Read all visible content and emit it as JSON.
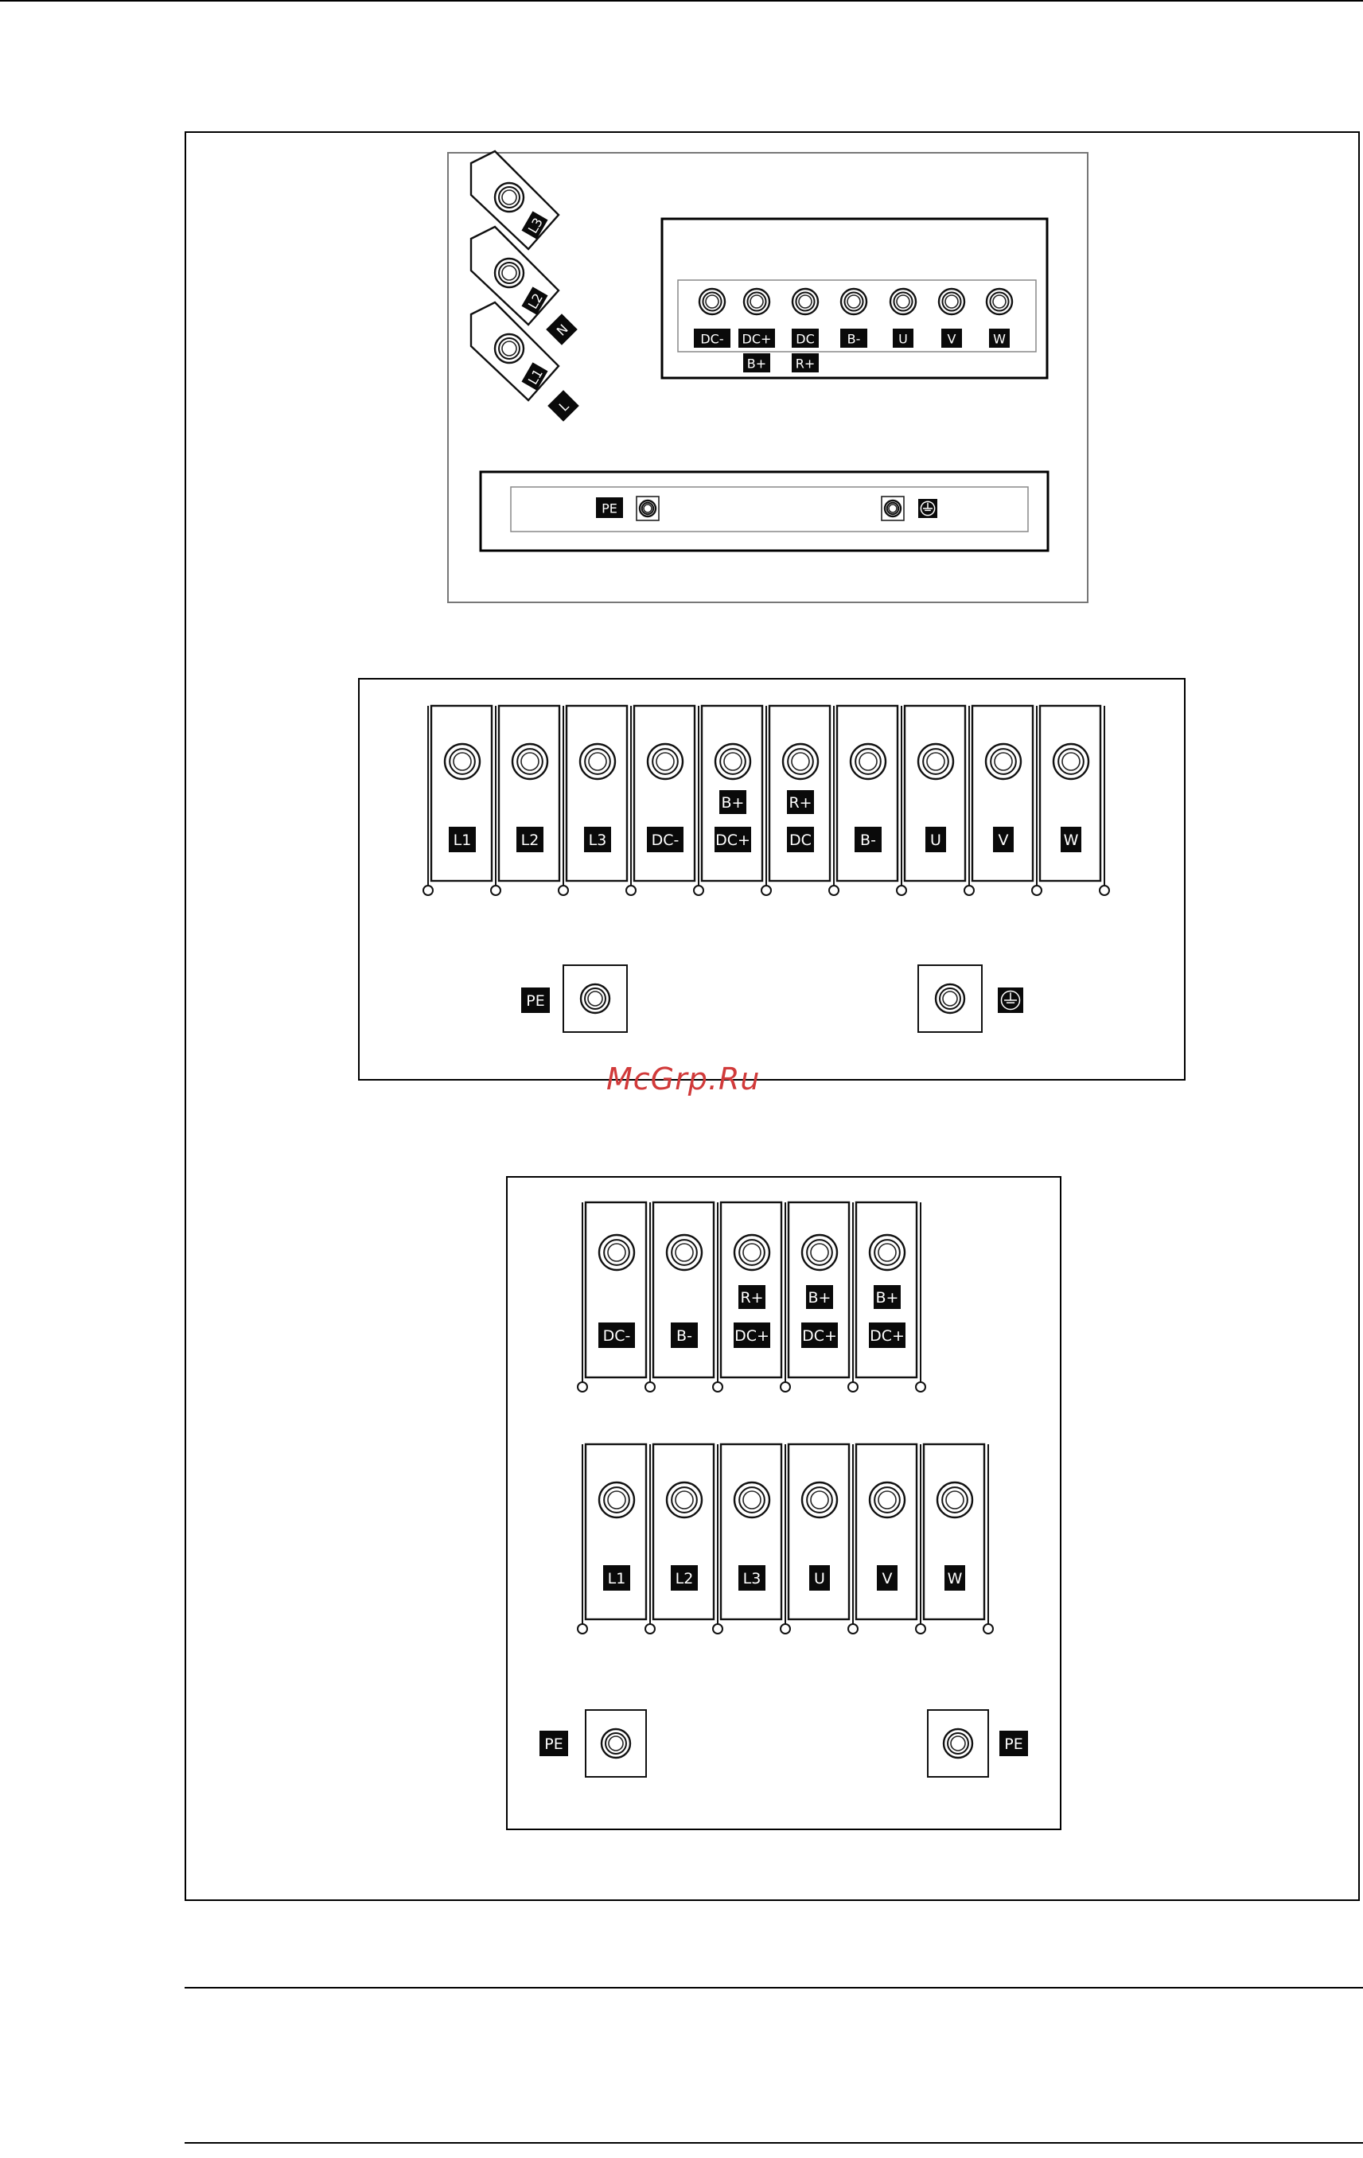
{
  "watermark": "McGrp.Ru",
  "diagram_a": {
    "input_terminals": [
      "L3",
      "N",
      "L"
    ],
    "input_screw_labels": [
      "L3",
      "L2",
      "L1"
    ],
    "dc_terminals": [
      {
        "top": "DC-",
        "bottom": ""
      },
      {
        "top": "DC+",
        "bottom": "B+"
      },
      {
        "top": "DC",
        "bottom": "R+"
      },
      {
        "top": "B-",
        "bottom": ""
      },
      {
        "top": "U",
        "bottom": ""
      },
      {
        "top": "V",
        "bottom": ""
      },
      {
        "top": "W",
        "bottom": ""
      }
    ],
    "ground_label": "PE",
    "ground_symbol": "ground-icon"
  },
  "diagram_b": {
    "terminals": [
      {
        "top": "",
        "bottom": "L1"
      },
      {
        "top": "",
        "bottom": "L2"
      },
      {
        "top": "",
        "bottom": "L3"
      },
      {
        "top": "",
        "bottom": "DC-"
      },
      {
        "top": "B+",
        "bottom": "DC+"
      },
      {
        "top": "R+",
        "bottom": "DC"
      },
      {
        "top": "",
        "bottom": "B-"
      },
      {
        "top": "",
        "bottom": "U"
      },
      {
        "top": "",
        "bottom": "V"
      },
      {
        "top": "",
        "bottom": "W"
      }
    ],
    "ground_label": "PE",
    "ground_symbol": "ground-icon"
  },
  "diagram_c": {
    "top_terminals": [
      {
        "top": "",
        "bottom": "DC-"
      },
      {
        "top": "",
        "bottom": "B-"
      },
      {
        "top": "R+",
        "bottom": "DC+"
      },
      {
        "top": "B+",
        "bottom": "DC+"
      },
      {
        "top": "B+",
        "bottom": "DC+"
      }
    ],
    "bottom_terminals": [
      "L1",
      "L2",
      "L3",
      "U",
      "V",
      "W"
    ],
    "ground_left": "PE",
    "ground_right": "PE"
  }
}
